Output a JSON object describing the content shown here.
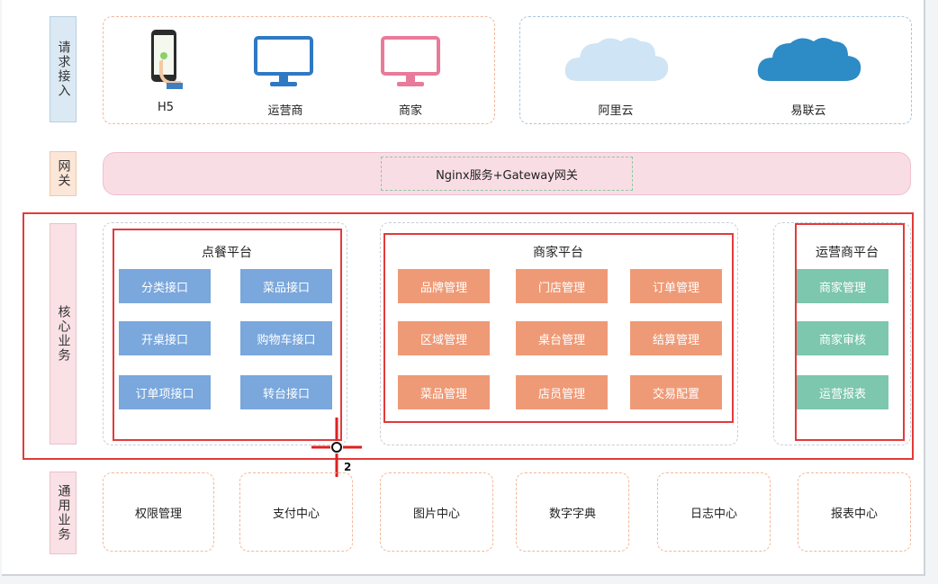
{
  "layers": {
    "request": "请求接入",
    "gateway": "网关",
    "core": "核心业务",
    "common": "通用业务"
  },
  "request_clients": {
    "h5": "H5",
    "operator": "运营商",
    "merchant": "商家"
  },
  "payment_clouds": {
    "aliyun": "阿里云",
    "yilianyun": "易联云"
  },
  "gateway_label": "Nginx服务+Gateway网关",
  "platforms": {
    "ordering": {
      "title": "点餐平台",
      "items": [
        "分类接口",
        "菜品接口",
        "开桌接口",
        "购物车接口",
        "订单项接口",
        "转台接口"
      ]
    },
    "merchant": {
      "title": "商家平台",
      "items": [
        "品牌管理",
        "门店管理",
        "订单管理",
        "区域管理",
        "桌台管理",
        "结算管理",
        "菜品管理",
        "店员管理",
        "交易配置"
      ]
    },
    "operator": {
      "title": "运营商平台",
      "items": [
        "商家管理",
        "商家审核",
        "运营报表"
      ]
    }
  },
  "common_services": [
    "权限管理",
    "支付中心",
    "图片中心",
    "数字字典",
    "日志中心",
    "报表中心"
  ],
  "cursor_badge": "2",
  "colors": {
    "ordering_button": "#7aa7dc",
    "merchant_button": "#ef9a76",
    "operator_button": "#7cc7ad",
    "highlight_border": "#e23b3b",
    "gateway_bar": "#f9dde5"
  }
}
